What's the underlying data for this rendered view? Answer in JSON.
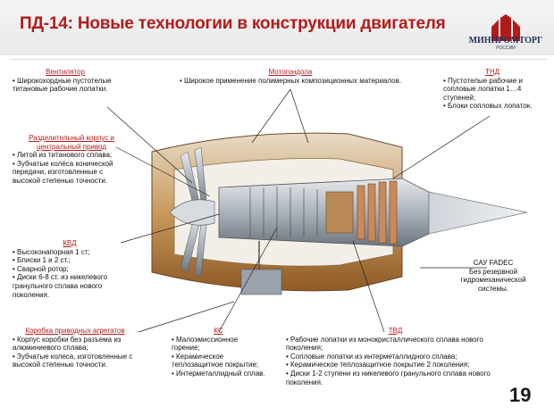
{
  "title": "ПД-14: Новые технологии в конструкции двигателя",
  "logo": {
    "name": "МИНПРОМТОРГ",
    "subtitle": "РОССИИ"
  },
  "slide_number": "19",
  "labels": {
    "fan": {
      "heading": "Вентилятор",
      "items": [
        "• Широкохордные пустотелые титановые рабочие лопатки."
      ]
    },
    "nacelle": {
      "heading": "Мотогондола",
      "items": [
        "• Широкое применение полимерных композиционных материалов."
      ]
    },
    "lpt": {
      "heading": "ТНД",
      "items": [
        "• Пустотелые рабочие и сопловые лопатки 1…4 ступеней;",
        "• Блоки сопловых лопаток."
      ]
    },
    "splitter": {
      "heading": "Разделительный корпус и центральный привод",
      "items": [
        "• Литой из титанового сплава;",
        "• Зубчатые колёса конической передачи, изготовленные с высокой степенью точности."
      ]
    },
    "hpc": {
      "heading": "КВД",
      "items": [
        "• Высоконапорная 1 ст;",
        "• Блиски 1 и 2 ст.;",
        "• Сварной ротор;",
        "• Диски 6-8 ст. из никелевого гранульного сплава нового поколения."
      ]
    },
    "fadec": {
      "heading": "САУ FADEC",
      "items": [
        "Без резервной гидромеханической системы."
      ]
    },
    "gearbox": {
      "heading": "Коробка приводных агрегатов",
      "items": [
        "• Корпус коробки без разъема из алюминиевого сплава;",
        "• Зубчатые колеса, изготовленные с высокой степенью точности."
      ]
    },
    "combustor": {
      "heading": "КС",
      "items": [
        "• Малоэмиссионное горение;",
        "• Керамическое теплозащитное покрытие;",
        "• Интерметаллидный сплав."
      ]
    },
    "hpt": {
      "heading": "ТВД",
      "items": [
        "• Рабочие лопатки из монокристаллического сплава нового поколения;",
        "• Сопловые лопатки из интерметаллидного сплава;",
        "• Керамическое теплозащитное покрытие 2 поколения;",
        "• Диски 1-2 ступени из никелевого гранульного сплава нового поколения."
      ]
    }
  },
  "colors": {
    "title": "#b31b1b",
    "logo": "#1f2d5c",
    "casing": "#b57a3a",
    "metal": "#9aa3ad"
  }
}
